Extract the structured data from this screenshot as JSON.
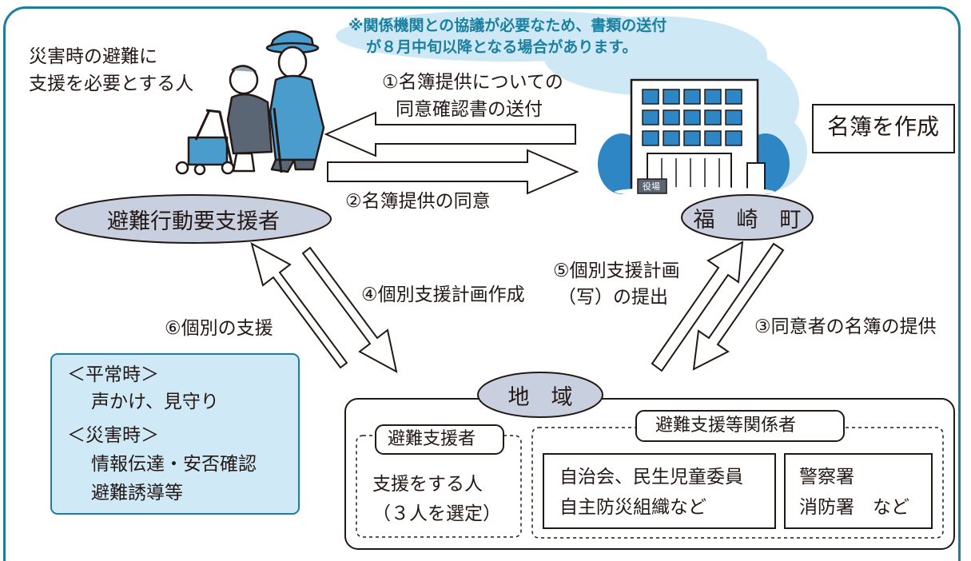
{
  "note": {
    "line1": "※関係機関との協議が必要なため、書類の送付",
    "line2": "が８月中旬以降となる場合があります。"
  },
  "person_desc": {
    "line1": "災害時の避難に",
    "line2": "支援を必要とする人"
  },
  "nodes": {
    "requiring_support": "避難行動要支援者",
    "town": "福　崎　町",
    "community": "地　域"
  },
  "town_action": "名簿を作成",
  "building_sign": "役場",
  "steps": {
    "s1_line1": "①名簿提供についての",
    "s1_line2": "同意確認書の送付",
    "s2": "②名簿提供の同意",
    "s3": "③同意者の名簿の提供",
    "s4": "④個別支援計画作成",
    "s5_line1": "⑤個別支援計画",
    "s5_line2": "（写）の提出",
    "s6": "⑥個別の支援"
  },
  "support_box": {
    "normal_header": "＜平常時＞",
    "normal_item": "声かけ、見守り",
    "disaster_header": "＜災害時＞",
    "disaster_item1": "情報伝達・安否確認",
    "disaster_item2": "避難誘導等"
  },
  "community_box": {
    "supporters_title": "避難支援者",
    "supporters_line1": "支援をする人",
    "supporters_line2": "（３人を選定）",
    "related_title": "避難支援等関係者",
    "related_a_line1": "自治会、民生児童委員",
    "related_a_line2": "自主防災組織など",
    "related_b_line1": "警察署",
    "related_b_line2": "消防署　など"
  },
  "colors": {
    "frame": "#1b7fa0",
    "note_text": "#1b7fa0",
    "ellipse_fill": "#c8d0df",
    "support_box_fill": "#cfe9f7",
    "cloud": "#cfe8f5",
    "building_trees": "#2f86c4"
  }
}
